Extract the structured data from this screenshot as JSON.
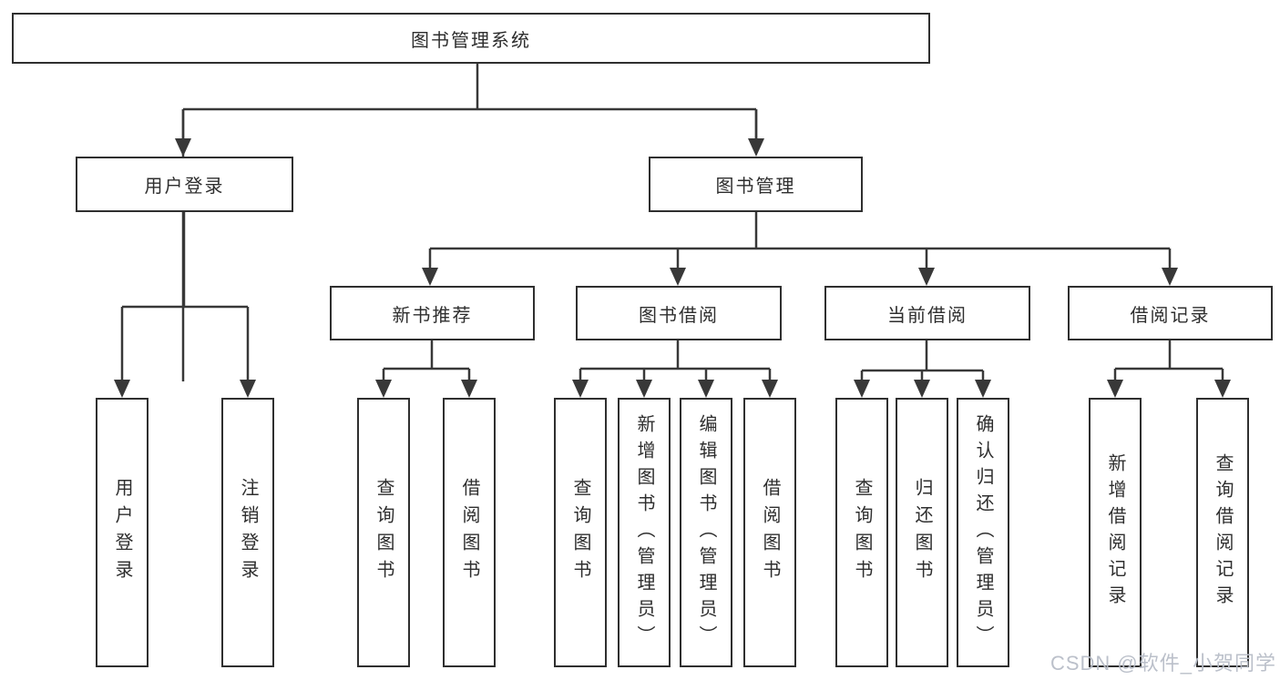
{
  "diagram": {
    "title": "图书管理系统",
    "level1": {
      "user_login": "用户登录",
      "book_mgmt": "图书管理"
    },
    "level2": {
      "new_recommend": "新书推荐",
      "book_borrow": "图书借阅",
      "current_borrow": "当前借阅",
      "borrow_record": "借阅记录"
    },
    "leaves": {
      "ul_login": "用户登录",
      "ul_logout": "注销登录",
      "nr_query": "查询图书",
      "nr_borrow": "借阅图书",
      "bb_query": "查询图书",
      "bb_add": "新增图书（管理员）",
      "bb_edit": "编辑图书（管理员）",
      "bb_borrow": "借阅图书",
      "cb_query": "查询图书",
      "cb_return": "归还图书",
      "cb_confirm": "确认归还（管理员）",
      "br_add": "新增借阅记录",
      "br_query": "查询借阅记录"
    }
  },
  "watermark": "CSDN @软件_小贺同学",
  "colors": {
    "line": "#383838",
    "box_border": "#2f2f2f",
    "text": "#2e2e2e",
    "background": "#ffffff",
    "watermark": "#b7bdc7"
  }
}
